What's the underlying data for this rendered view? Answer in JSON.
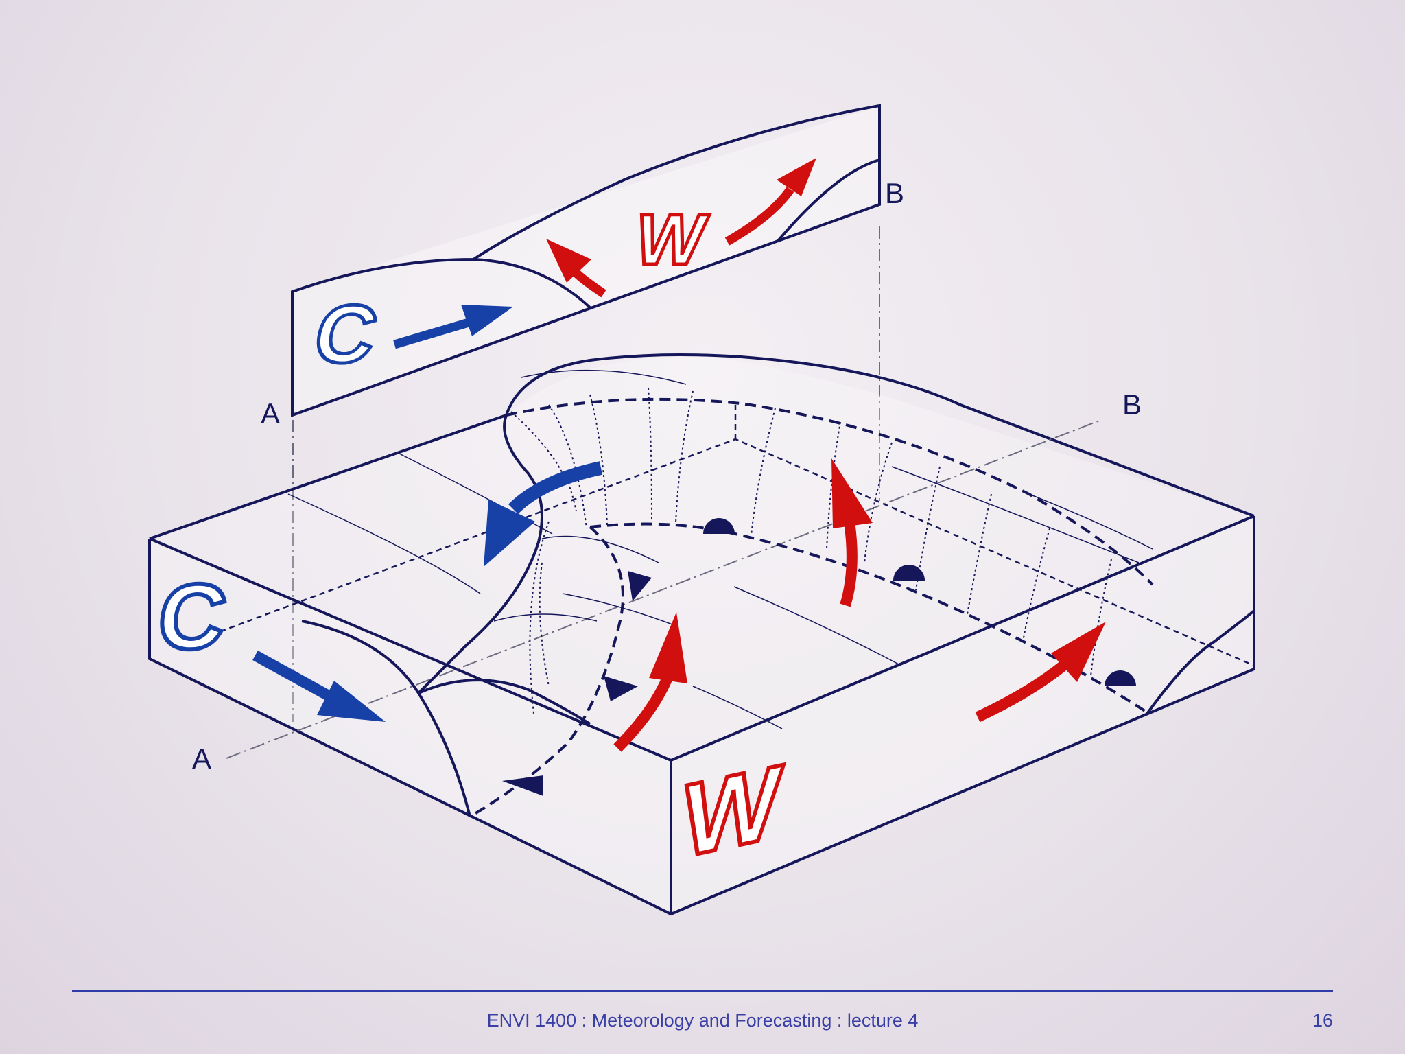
{
  "diagram": {
    "labels": {
      "section_start_top": "A",
      "section_end_top": "B",
      "section_start_ground": "A",
      "section_end_ground": "B",
      "cold_air_letter": "C",
      "warm_air_letter": "W"
    }
  },
  "colors": {
    "outline": "#15175a",
    "cold_arrow": "#1741a6",
    "warm_arrow": "#d20f0f",
    "footer": "#3a3fa5"
  },
  "footer": {
    "title": "ENVI 1400 : Meteorology and Forecasting : lecture 4",
    "page_number": "16"
  }
}
